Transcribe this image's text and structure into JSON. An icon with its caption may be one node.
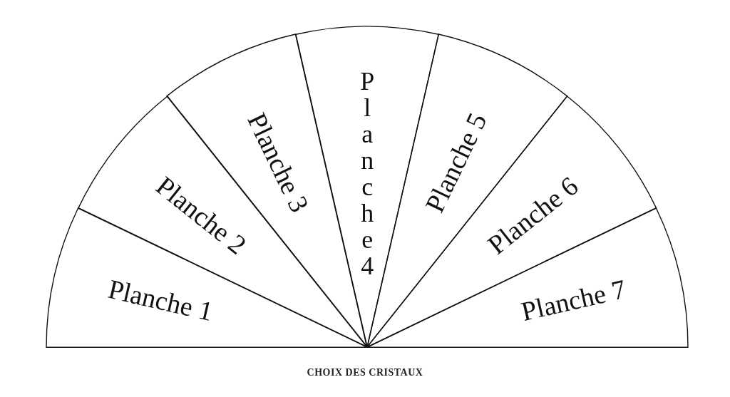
{
  "diagram": {
    "caption": "CHOIX DES CRISTAUX",
    "nodes": [
      {
        "text": [
          "Planche 1"
        ]
      },
      {
        "text": [
          "Planche 2"
        ]
      },
      {
        "text": [
          "Planche 3"
        ]
      },
      {
        "text": [
          "Planche 4"
        ]
      },
      {
        "text": [
          "Planche 5"
        ]
      },
      {
        "text": [
          "Planche 6"
        ]
      },
      {
        "text": [
          "Planche 7"
        ]
      }
    ]
  }
}
